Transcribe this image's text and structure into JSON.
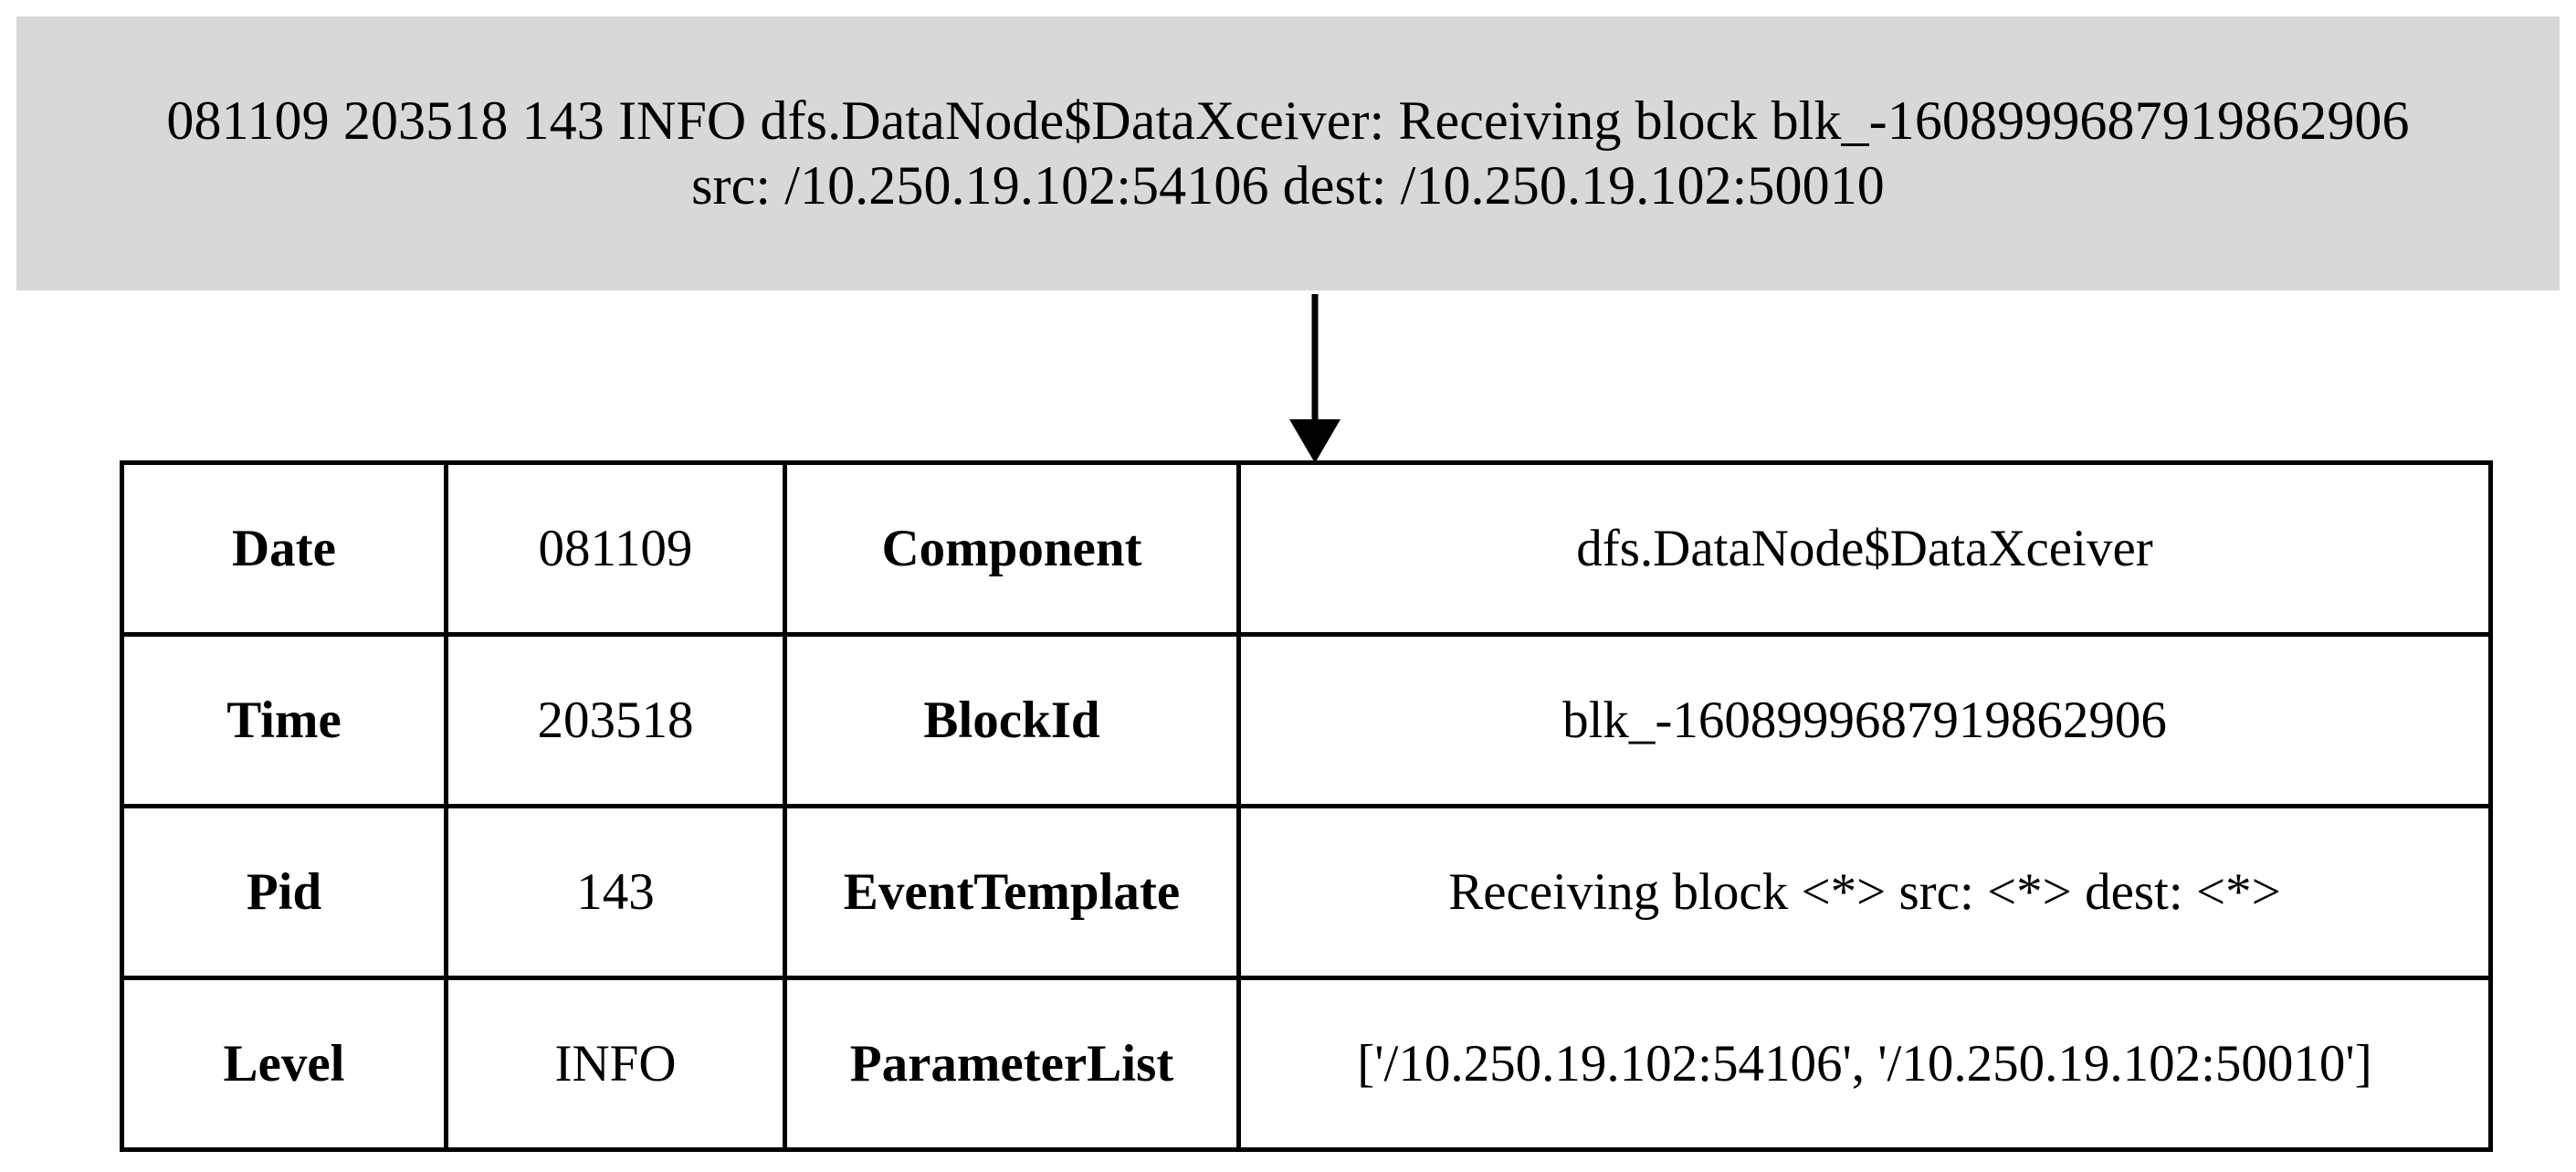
{
  "raw_log": {
    "line1": "081109 203518 143 INFO dfs.DataNode$DataXceiver: Receiving block blk_-1608999687919862906",
    "line2": "src: /10.250.19.102:54106 dest: /10.250.19.102:50010",
    "background_color": "#d8d8d8"
  },
  "arrow": {
    "direction": "down",
    "color": "#000000"
  },
  "parsed_fields": {
    "rows": [
      {
        "key_a": "Date",
        "val_a": "081109",
        "key_b": "Component",
        "val_b": "dfs.DataNode$DataXceiver"
      },
      {
        "key_a": "Time",
        "val_a": "203518",
        "key_b": "BlockId",
        "val_b": "blk_-1608999687919862906"
      },
      {
        "key_a": "Pid",
        "val_a": "143",
        "key_b": "EventTemplate",
        "val_b": "Receiving block <*> src: <*> dest: <*>"
      },
      {
        "key_a": "Level",
        "val_a": "INFO",
        "key_b": "ParameterList",
        "val_b": "['/10.250.19.102:54106', '/10.250.19.102:50010']"
      }
    ],
    "border_color": "#000000"
  }
}
